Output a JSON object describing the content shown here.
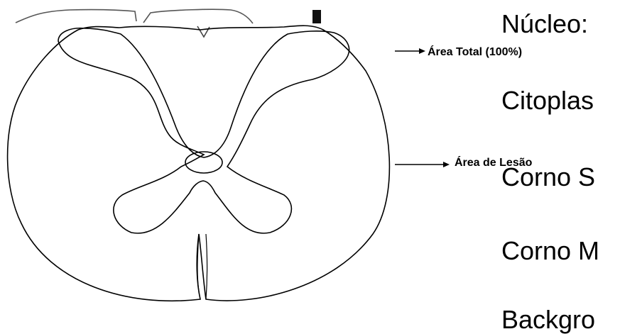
{
  "legend": {
    "items": [
      {
        "label": "Núcleo:"
      },
      {
        "label": "Citoplas"
      },
      {
        "label": "Corno S"
      },
      {
        "label": "Corno M"
      },
      {
        "label": "Backgro"
      }
    ]
  },
  "annotations": {
    "total_area": "Área Total (100%)",
    "lesion_area": "Área de Lesão"
  }
}
